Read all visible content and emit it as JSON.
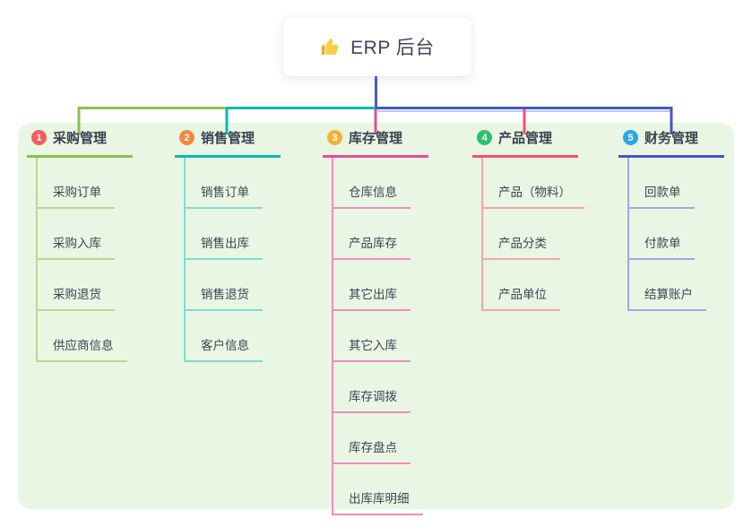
{
  "root": {
    "title": "ERP 后台",
    "icon": "thumbs-up-icon"
  },
  "colors": {
    "page_bg": "#ffffff",
    "panel_bg": "#e9f6e4",
    "text_dark": "#3a4150",
    "root_connector": "#4a5ac9",
    "root_connector_shadow": "#bcc5f0"
  },
  "branches": [
    {
      "num": "1",
      "label": "采购管理",
      "color": "#8cbf53",
      "light": "#b7db8b",
      "badge": "#f25c62",
      "items": [
        "采购订单",
        "采购入库",
        "采购退货",
        "供应商信息"
      ]
    },
    {
      "num": "2",
      "label": "销售管理",
      "color": "#0cb9ac",
      "light": "#84d9d0",
      "badge": "#f6883e",
      "items": [
        "销售订单",
        "销售出库",
        "销售退货",
        "客户信息"
      ]
    },
    {
      "num": "3",
      "label": "库存管理",
      "color": "#e84b9b",
      "light": "#ee8dbe",
      "badge": "#f7b033",
      "items": [
        "仓库信息",
        "产品库存",
        "其它出库",
        "其它入库",
        "库存调拨",
        "库存盘点",
        "出库库明细"
      ]
    },
    {
      "num": "4",
      "label": "产品管理",
      "color": "#f4516c",
      "light": "#f9a3ae",
      "badge": "#2fc06c",
      "items": [
        "产品（物料）",
        "产品分类",
        "产品单位"
      ]
    },
    {
      "num": "5",
      "label": "财务管理",
      "color": "#4456c7",
      "light": "#9babe6",
      "badge": "#2aa7e2",
      "items": [
        "回款单",
        "付款单",
        "结算账户"
      ]
    }
  ]
}
